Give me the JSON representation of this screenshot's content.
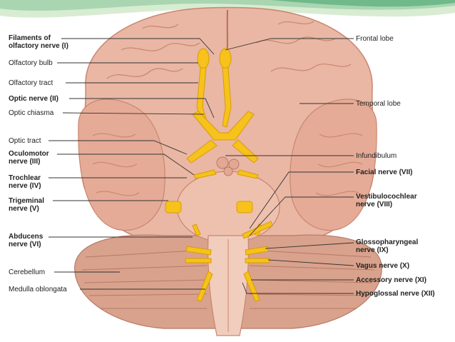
{
  "left_labels": [
    {
      "id": "filaments",
      "lines": [
        "Filaments of",
        "olfactory nerve (I)"
      ],
      "bold": true
    },
    {
      "id": "olfactory-bulb",
      "lines": [
        "Olfactory bulb"
      ],
      "bold": false
    },
    {
      "id": "olfactory-tract",
      "lines": [
        "Olfactory tract"
      ],
      "bold": false
    },
    {
      "id": "optic-nerve",
      "lines": [
        "Optic nerve (II)"
      ],
      "bold": true
    },
    {
      "id": "optic-chiasma",
      "lines": [
        "Optic chiasma"
      ],
      "bold": false
    },
    {
      "id": "optic-tract",
      "lines": [
        "Optic tract"
      ],
      "bold": false
    },
    {
      "id": "oculomotor",
      "lines": [
        "Oculomotor",
        "nerve (III)"
      ],
      "bold": true
    },
    {
      "id": "trochlear",
      "lines": [
        "Trochlear",
        "nerve (IV)"
      ],
      "bold": true
    },
    {
      "id": "trigeminal",
      "lines": [
        "Trigeminal",
        "nerve (V)"
      ],
      "bold": true
    },
    {
      "id": "abducens",
      "lines": [
        "Abducens",
        "nerve (VI)"
      ],
      "bold": true
    },
    {
      "id": "cerebellum",
      "lines": [
        "Cerebellum"
      ],
      "bold": false
    },
    {
      "id": "medulla",
      "lines": [
        "Medulla oblongata"
      ],
      "bold": false
    }
  ],
  "right_labels": [
    {
      "id": "frontal-lobe",
      "lines": [
        "Frontal lobe"
      ],
      "bold": false
    },
    {
      "id": "temporal-lobe",
      "lines": [
        "Temporal lobe"
      ],
      "bold": false
    },
    {
      "id": "infundibulum",
      "lines": [
        "Infundibulum"
      ],
      "bold": false
    },
    {
      "id": "facial",
      "lines": [
        "Facial nerve (VII)"
      ],
      "bold": true
    },
    {
      "id": "vestibulocochlear",
      "lines": [
        "Vestibulocochlear",
        "nerve (VIII)"
      ],
      "bold": true
    },
    {
      "id": "glossopharyngeal",
      "lines": [
        "Glossopharyngeal",
        "nerve (IX)"
      ],
      "bold": true
    },
    {
      "id": "vagus",
      "lines": [
        "Vagus nerve (X)"
      ],
      "bold": true
    },
    {
      "id": "accessory",
      "lines": [
        "Accessory nerve (XI)"
      ],
      "bold": true
    },
    {
      "id": "hypoglossal",
      "lines": [
        "Hypoglossal nerve (XII)"
      ],
      "bold": true
    }
  ],
  "colors": {
    "brain": "#e9b7a4",
    "brain_dark": "#c9866f",
    "nerve": "#f6c21b",
    "nerve_edge": "#d89c08",
    "leader": "#333333",
    "accent_green": "#8fc9a0"
  }
}
